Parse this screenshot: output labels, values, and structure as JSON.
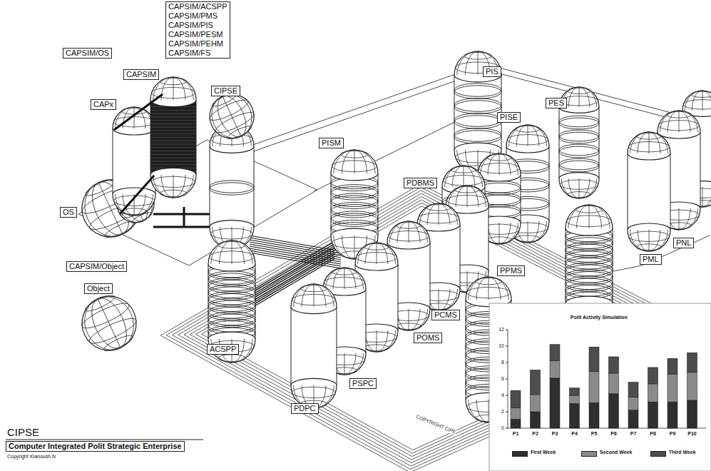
{
  "diagram": {
    "title": "CIPSE",
    "nodes": [
      {
        "text": [
          "CAPSIM/ACSPP",
          "CAPSIM/PMS",
          "CAPSIM/PIS",
          "CAPSIM/PESM",
          "CAPSIM/PEHM",
          "CAPSIM/FS"
        ]
      },
      {
        "text": [
          "CAPSIM/OS"
        ]
      },
      {
        "text": [
          "CAPSIM"
        ]
      },
      {
        "text": [
          "CAPx"
        ]
      },
      {
        "text": [
          "CIPSE"
        ]
      },
      {
        "text": [
          "PIS"
        ]
      },
      {
        "text": [
          "PES"
        ]
      },
      {
        "text": [
          "PISE"
        ]
      },
      {
        "text": [
          "PISM"
        ]
      },
      {
        "text": [
          "PDBMS"
        ]
      },
      {
        "text": [
          "OS"
        ]
      },
      {
        "text": [
          "CAPSIM/Object"
        ]
      },
      {
        "text": [
          "Object"
        ]
      },
      {
        "text": [
          "PPMS"
        ]
      },
      {
        "text": [
          "PML"
        ]
      },
      {
        "text": [
          "PNL"
        ]
      },
      {
        "text": [
          "PCMS"
        ]
      },
      {
        "text": [
          "POMS"
        ]
      },
      {
        "text": [
          "ACSPP"
        ]
      },
      {
        "text": [
          "PSPC"
        ]
      },
      {
        "text": [
          "PDPC"
        ]
      },
      {
        "text": [
          "Computer Integrated Polit Strategic Enterprise"
        ]
      }
    ],
    "labels": [
      "Polit Activity Simulation",
      "0",
      "2",
      "4",
      "6",
      "8",
      "10",
      "12",
      "P1",
      "P2",
      "P3",
      "P4",
      "P5",
      "P6",
      "P7",
      "P8",
      "P9",
      "P10",
      "Copyright Kianoush.N",
      "COPYRIGHT CIPE"
    ],
    "legend": [
      {
        "text": "First Week",
        "color": "#2f2f2f"
      },
      {
        "text": "Second Week",
        "color": "#8a8a8a"
      },
      {
        "text": "Third Week",
        "color": "#4d4d4d"
      }
    ]
  }
}
